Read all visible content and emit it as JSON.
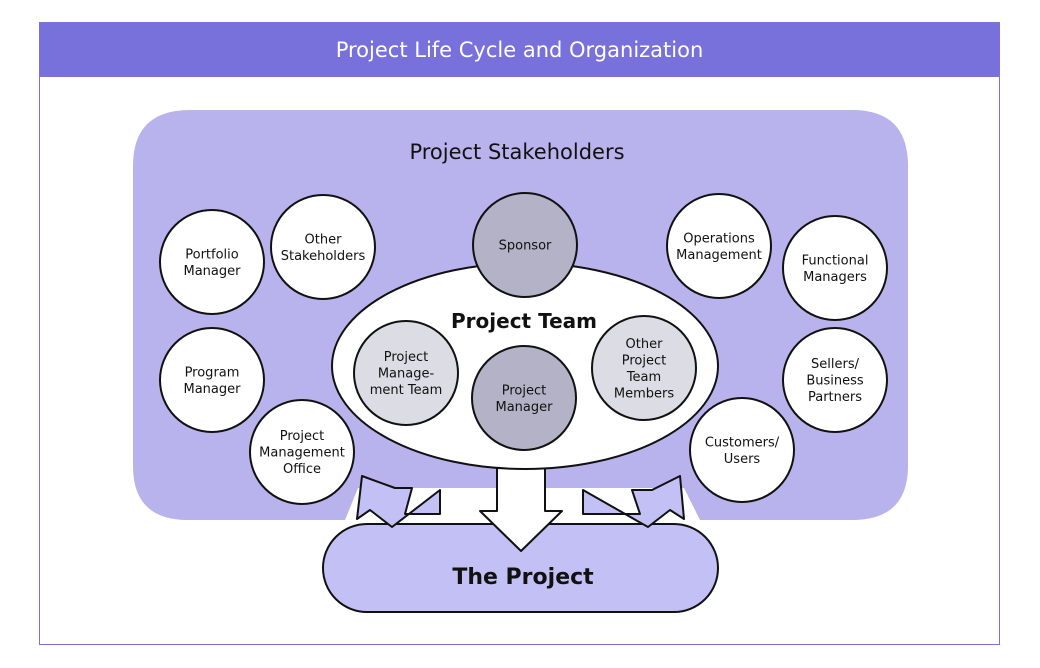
{
  "header": {
    "title": "Project Life Cycle and Organization"
  },
  "stakeholders": {
    "title": "Project Stakeholders"
  },
  "team": {
    "title": "Project Team"
  },
  "project": {
    "label": "The Project"
  },
  "nodes": {
    "portfolio_manager": [
      "Portfolio",
      "Manager"
    ],
    "other_stakeholders": [
      "Other",
      "Stakeholders"
    ],
    "sponsor": [
      "Sponsor"
    ],
    "operations_management": [
      "Operations",
      "Management"
    ],
    "functional_managers": [
      "Functional",
      "Managers"
    ],
    "program_manager": [
      "Program",
      "Manager"
    ],
    "pmo": [
      "Project",
      "Management",
      "Office"
    ],
    "pm_team": [
      "Project",
      "Manage-",
      "ment Team"
    ],
    "project_manager": [
      "Project",
      "Manager"
    ],
    "other_team_members": [
      "Other",
      "Project",
      "Team",
      "Members"
    ],
    "sellers": [
      "Sellers/",
      "Business",
      "Partners"
    ],
    "customers": [
      "Customers/",
      "Users"
    ]
  },
  "colors": {
    "header": "#7871dc",
    "stakeholder_area": "#b8b3ec",
    "project_fill": "#c3c0f6",
    "dark_circle": "#b3b2c6",
    "light_circle": "#dcdce4"
  }
}
